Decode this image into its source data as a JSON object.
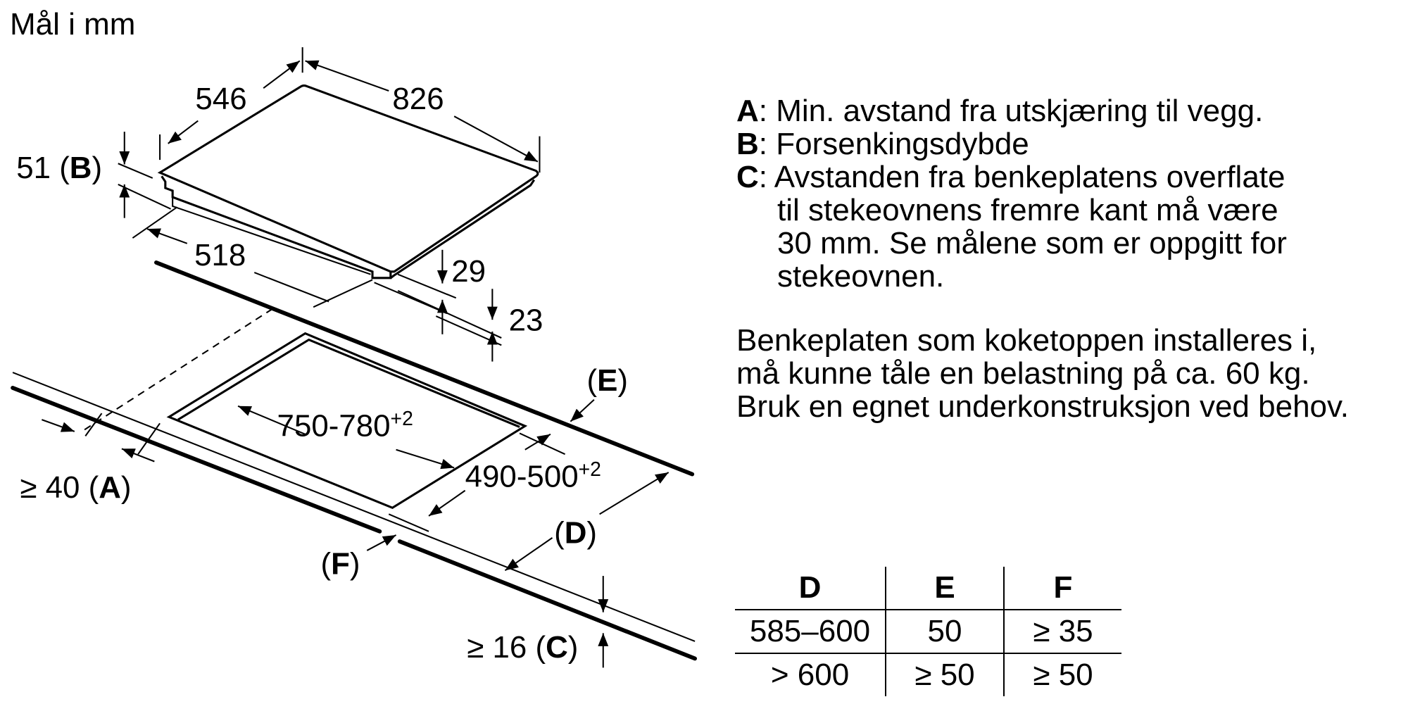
{
  "title": "Mål i mm",
  "diagram": {
    "hob": {
      "width_label": "546",
      "length_label": "826",
      "depth_label": "51 (",
      "depth_key": "B",
      "depth_close": ")",
      "inner_depth_label": "518",
      "dim_29": "29",
      "dim_23": "23"
    },
    "cutout": {
      "length_label": "750-780",
      "length_tol": "+2",
      "width_label": "490-500",
      "width_tol": "+2"
    },
    "clearances": {
      "A": {
        "prefix": "≥ 40 (",
        "key": "A",
        "suffix": ")"
      },
      "C": {
        "prefix": "≥ 16 (",
        "key": "C",
        "suffix": ")"
      },
      "D": {
        "open": "(",
        "key": "D",
        "close": ")"
      },
      "E": {
        "open": "(",
        "key": "E",
        "close": ")"
      },
      "F": {
        "open": "(",
        "key": "F",
        "close": ")"
      }
    }
  },
  "legend": {
    "A": {
      "key": "A",
      "text": ": Min. avstand fra utskjæring til vegg."
    },
    "B": {
      "key": "B",
      "text": ": Forsenkingsdybde"
    },
    "C": {
      "key": "C",
      "text": ": Avstanden fra benkeplatens overflate",
      "lines": [
        "til stekeovnens fremre kant må være",
        "30 mm. Se målene som er oppgitt for",
        "stekeovnen."
      ]
    }
  },
  "note": {
    "lines": [
      "Benkeplaten som koketoppen installeres i,",
      "må kunne tåle en belastning på ca. 60 kg.",
      "Bruk en egnet underkonstruksjon ved behov."
    ]
  },
  "table": {
    "headers": [
      "D",
      "E",
      "F"
    ],
    "rows": [
      [
        "585–600",
        "50",
        "≥ 35"
      ],
      [
        "> 600",
        "≥ 50",
        "≥ 50"
      ]
    ]
  }
}
